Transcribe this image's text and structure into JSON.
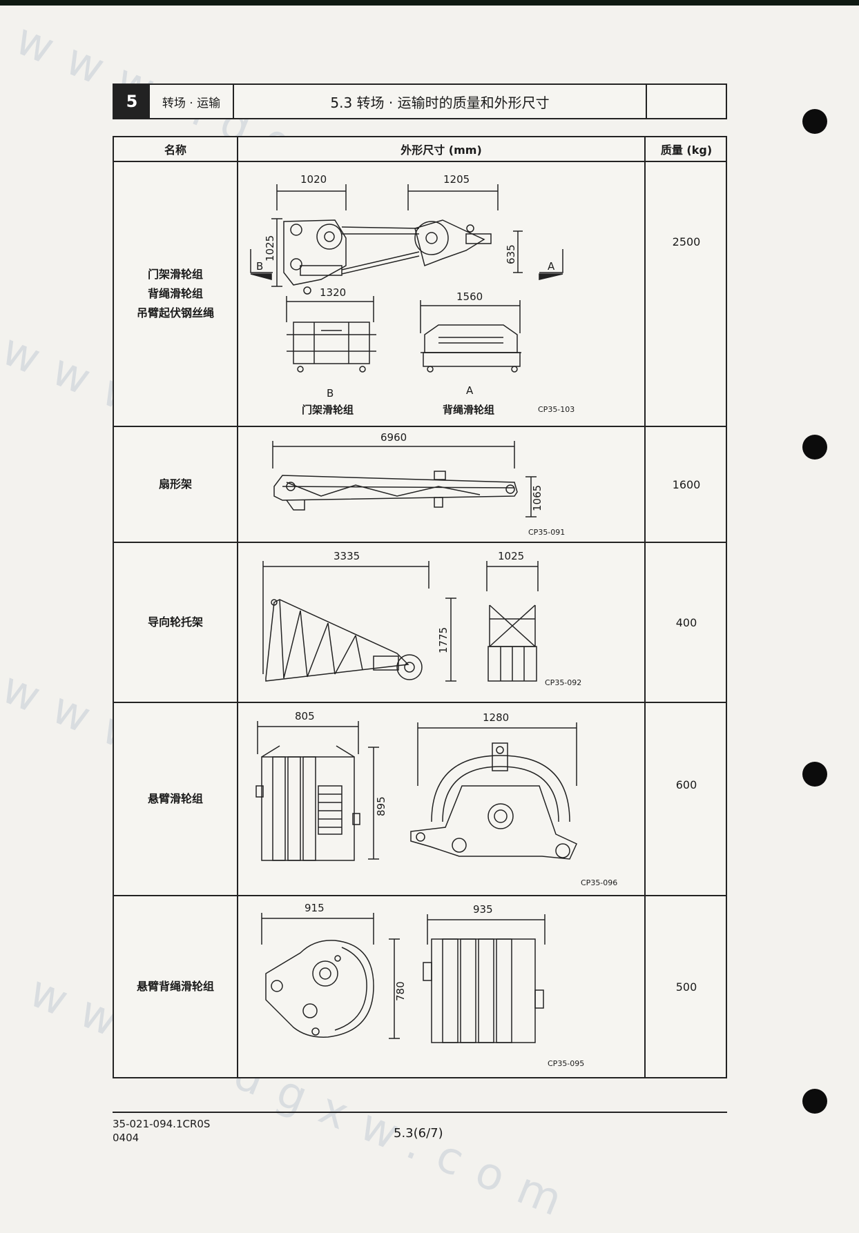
{
  "header": {
    "chapter_number": "5",
    "chapter_label": "转场 · 运输",
    "section_title": "5.3  转场 · 运输时的质量和外形尺寸"
  },
  "table": {
    "headers": {
      "name": "名称",
      "dimensions": "外形尺寸 (mm)",
      "mass": "质量 (kg)"
    },
    "rows": [
      {
        "names": [
          "门架滑轮组",
          "背绳滑轮组",
          "吊臂起伏钢丝绳"
        ],
        "mass": "2500",
        "dims": [
          "1020",
          "1205",
          "1025",
          "635",
          "1320",
          "1560"
        ],
        "view_labels": [
          "B",
          "A",
          "B",
          "A"
        ],
        "captions": [
          "门架滑轮组",
          "背绳滑轮组"
        ],
        "code": "CP35-103"
      },
      {
        "names": [
          "扇形架"
        ],
        "mass": "1600",
        "dims": [
          "6960",
          "1065"
        ],
        "code": "CP35-091"
      },
      {
        "names": [
          "导向轮托架"
        ],
        "mass": "400",
        "dims": [
          "3335",
          "1025",
          "1775"
        ],
        "code": "CP35-092"
      },
      {
        "names": [
          "悬臂滑轮组"
        ],
        "mass": "600",
        "dims": [
          "805",
          "1280",
          "895"
        ],
        "code": "CP35-096"
      },
      {
        "names": [
          "悬臂背绳滑轮组"
        ],
        "mass": "500",
        "dims": [
          "915",
          "935",
          "780"
        ],
        "code": "CP35-095"
      }
    ]
  },
  "footer": {
    "doc_code": "35-021-094.1CR0S",
    "date_code": "0404",
    "page": "5.3(6/7)"
  },
  "watermark": "www.ldgxw.com"
}
